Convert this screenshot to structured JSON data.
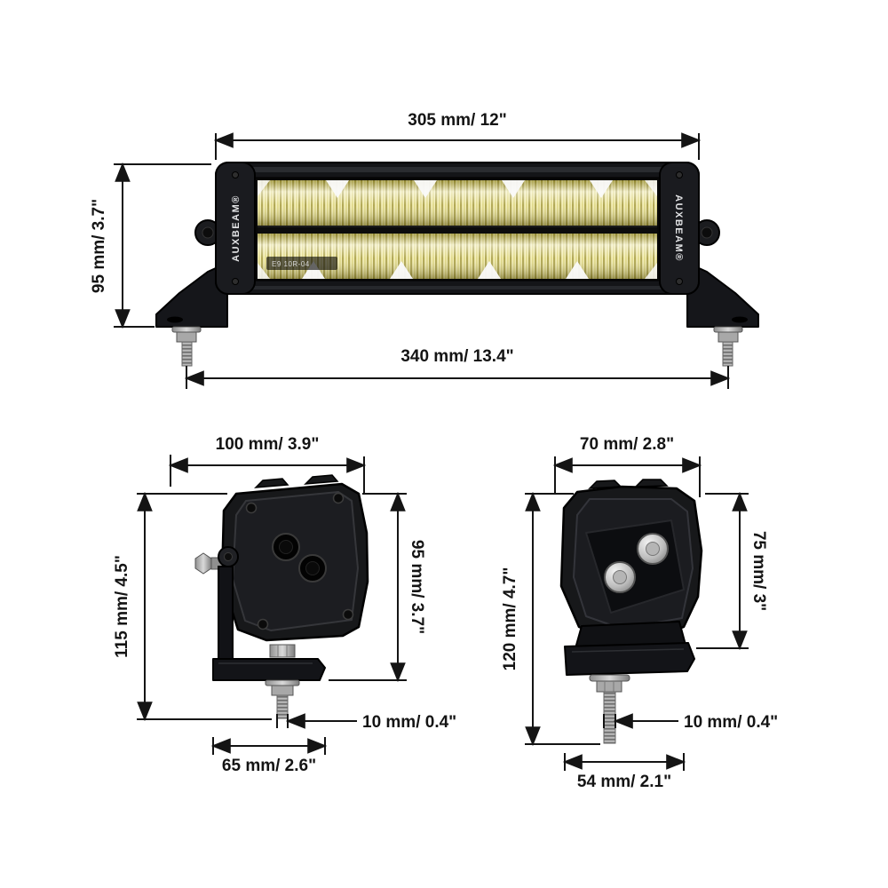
{
  "product": {
    "brand": "AUXBEAM®",
    "certification_marks": "E9 10R-04"
  },
  "light_bar_view": {
    "dim_top": "305 mm/ 12\"",
    "dim_left": "95 mm/ 3.7\"",
    "dim_bottom": "340 mm/ 13.4\""
  },
  "bracket_side_view": {
    "dim_top": "100 mm/ 3.9\"",
    "dim_left": "115 mm/ 4.5\"",
    "dim_right": "95 mm/ 3.7\"",
    "dim_stud": "10 mm/ 0.4\"",
    "dim_bottom": "65 mm/ 2.6\""
  },
  "end_side_view": {
    "dim_top": "70 mm/ 2.8\"",
    "dim_left": "120 mm/ 4.7\"",
    "dim_right": "75 mm/ 3\"",
    "dim_stud": "10 mm/ 0.4\"",
    "dim_bottom": "54 mm/ 2.1\""
  },
  "colors": {
    "dimension_lines": "#141414",
    "housing": "#17181a",
    "led_reflector": "#f3edad",
    "metal": "#b5b5b5"
  }
}
